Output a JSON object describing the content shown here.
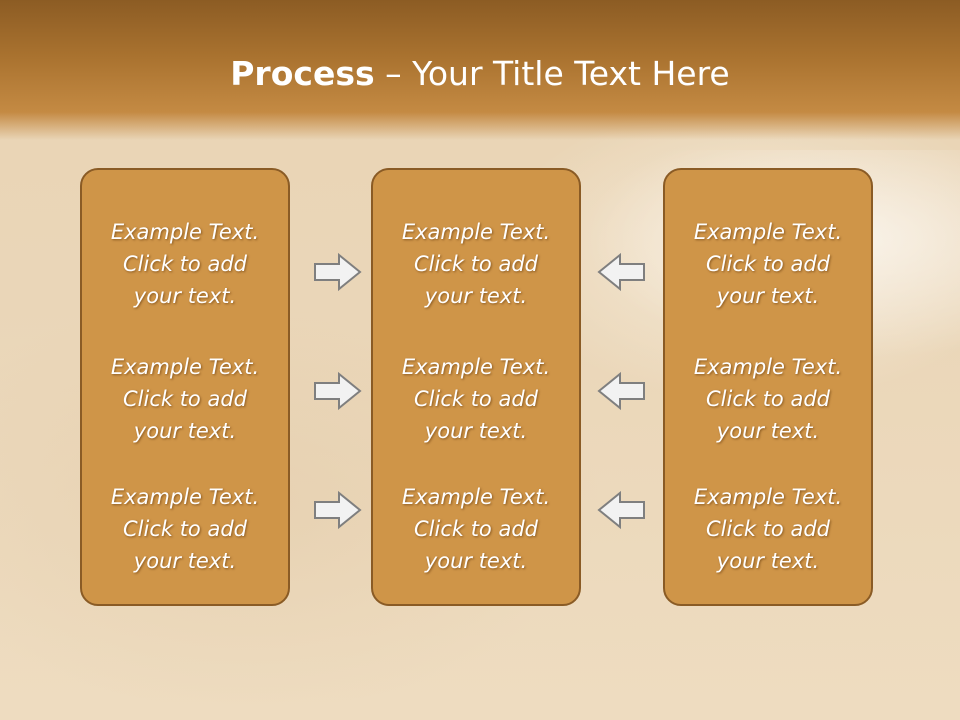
{
  "slide": {
    "title_bold": "Process",
    "title_rest": " – Your Title Text Here",
    "columns": [
      {
        "items": [
          "Example Text.\nClick  to add\nyour text.",
          "Example Text.\nClick  to add\nyour text.",
          "Example Text.\nClick  to add\nyour text."
        ]
      },
      {
        "items": [
          "Example Text.\nClick  to add\nyour text.",
          "Example Text.\nClick  to add\nyour text.",
          "Example Text.\nClick  to add\nyour text."
        ]
      },
      {
        "items": [
          "Example Text.\nClick  to add\nyour text.",
          "Example Text.\nClick  to add\nyour text.",
          "Example Text.\nClick  to add\nyour text."
        ]
      }
    ],
    "arrows_left": [
      "arrow-right-icon",
      "arrow-right-icon",
      "arrow-right-icon"
    ],
    "arrows_right": [
      "arrow-left-icon",
      "arrow-left-icon",
      "arrow-left-icon"
    ]
  },
  "colors": {
    "box_fill": "#cf9548",
    "box_border": "#8a5b25",
    "header": "#a9722f",
    "arrow_fill": "#f2f2f2",
    "arrow_stroke": "#7f7f7f"
  }
}
